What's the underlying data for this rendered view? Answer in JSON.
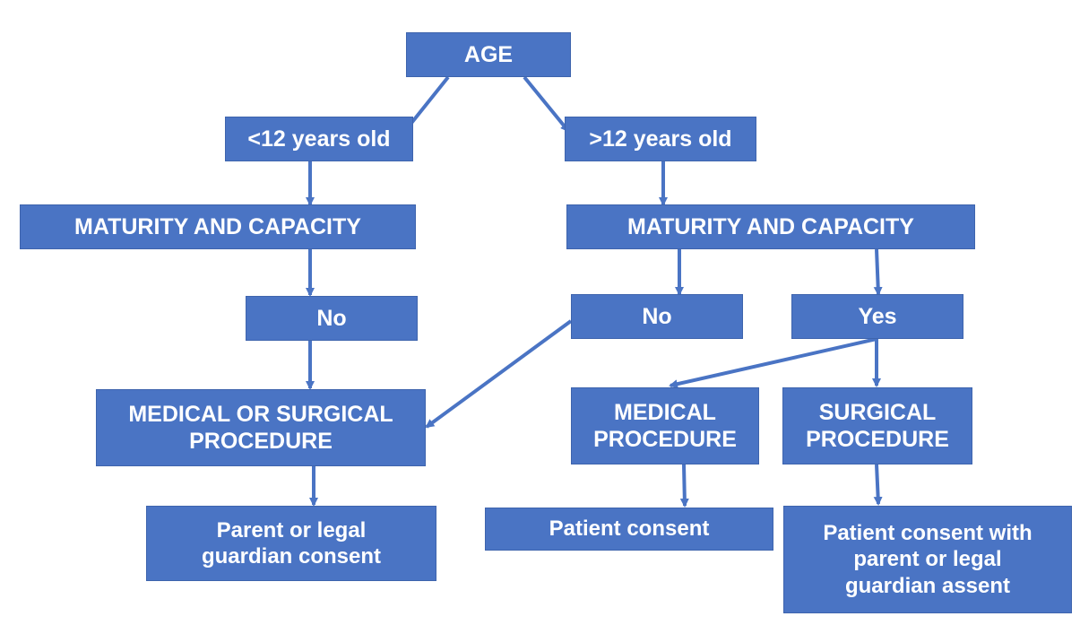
{
  "colors": {
    "box_fill": "#4a74c4",
    "arrow": "#4a74c4",
    "text": "#ffffff"
  },
  "nodes": {
    "age": "AGE",
    "under12": "<12 years old",
    "over12": ">12 years old",
    "maturity_left": "MATURITY AND CAPACITY",
    "maturity_right": "MATURITY AND CAPACITY",
    "no_left": "No",
    "no_right": "No",
    "yes_right": "Yes",
    "med_or_surg_line1": "MEDICAL OR SURGICAL",
    "med_or_surg_line2": "PROCEDURE",
    "medical_line1": "MEDICAL",
    "medical_line2": "PROCEDURE",
    "surgical_line1": "SURGICAL",
    "surgical_line2": "PROCEDURE",
    "parent_consent_line1": "Parent or legal",
    "parent_consent_line2": "guardian consent",
    "patient_consent": "Patient consent",
    "patient_assent_line1": "Patient consent with",
    "patient_assent_line2": "parent or legal",
    "patient_assent_line3": "guardian assent"
  }
}
